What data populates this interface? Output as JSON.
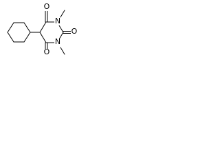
{
  "molecule": {
    "atoms": {
      "o_top": "O",
      "n_top": "N",
      "o_right": "O",
      "n_bottom": "N",
      "o_bottom": "O"
    },
    "colors": {
      "bond": "#000000",
      "label": "#000000",
      "background": "#ffffff"
    }
  }
}
